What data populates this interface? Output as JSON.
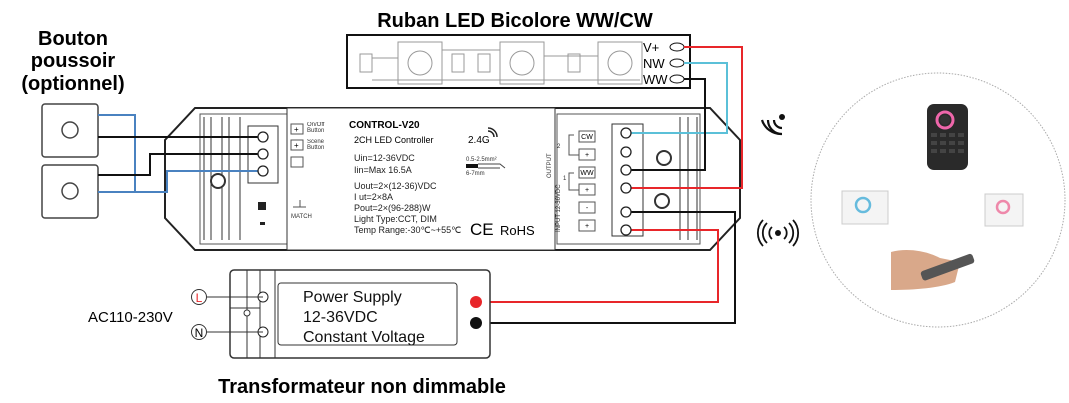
{
  "strip": {
    "title": "Ruban LED Bicolore WW/CW",
    "pins": [
      "V+",
      "NW",
      "WW"
    ]
  },
  "button": {
    "title_lines": [
      "Bouton",
      "poussoir",
      "(optionnel)"
    ]
  },
  "controller": {
    "model": "CONTROL-V20",
    "subtitle": "2CH LED Controller",
    "freq": "2.4G",
    "specs": [
      "Uin=12-36VDC",
      "Iin=Max 16.5A",
      "Uout=2×(12-36)VDC",
      "I  ut=2×8A",
      "Pout=2×(96-288)W",
      "Light Type:CCT, DIM",
      "Temp Range:-30℃~+55℃"
    ],
    "wire_gauge": "0.5-2.5mm²",
    "strip_len": "6-7mm",
    "btn_labels": [
      "On/Off Button",
      "Scene Button"
    ],
    "match": "MATCH",
    "ce": "CE",
    "rohs": "RoHS",
    "output_label": "OUTPUT",
    "input_label": "INPUT 12-36VDC",
    "terminals": [
      "CW",
      "+",
      "WW",
      "+",
      "-",
      "+"
    ],
    "channel_nums": [
      "2",
      "1"
    ]
  },
  "psu": {
    "lines": [
      "Power Supply",
      "12-36VDC",
      "Constant Voltage"
    ],
    "ac": "AC110-230V",
    "l": "L",
    "n": "N",
    "title": "Transformateur non dimmable"
  },
  "colors": {
    "red": "#e8262a",
    "cyan": "#5bc0d8",
    "blue": "#4a82c0",
    "black": "#111111"
  }
}
